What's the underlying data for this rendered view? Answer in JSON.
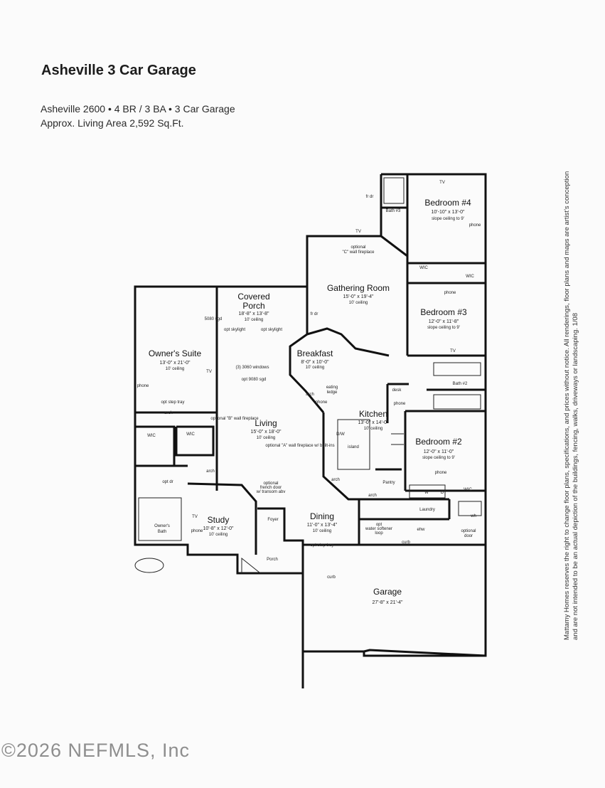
{
  "header": {
    "title": "Asheville 3 Car Garage",
    "line1": "Asheville 2600 • 4 BR / 3 BA • 3 Car Garage",
    "line2": "Approx. Living Area 2,592 Sq.Ft."
  },
  "disclaimer": "Mattamy Homes reserves the right to change floor plans, specifications, and prices without notice. All renderings, floor plans and maps are artist's conception and are not intended to be an actual depiction of the buildings, fencing, walks, driveways or landscaping. 1/08",
  "watermark": "©2026 NEFMLS, Inc",
  "rooms": {
    "bedroom4": {
      "name": "Bedroom #4",
      "dim": "10'-10\" x 13'-0\"",
      "note": "slope ceiling to 9'"
    },
    "bath3": {
      "name": "Bath #3"
    },
    "gathering": {
      "name": "Gathering Room",
      "dim": "15'-0\" x 19'-4\"",
      "note": "10' ceiling"
    },
    "bedroom3": {
      "name": "Bedroom #3",
      "dim": "12'-0\" x 11'-8\"",
      "note": "slope ceiling to 9'"
    },
    "porch_covered": {
      "name1": "Covered",
      "name2": "Porch",
      "dim": "18'-8\" x 13'-8\"",
      "note": "10' ceiling"
    },
    "owners_suite": {
      "name": "Owner's Suite",
      "dim": "13'-0\" x 21'-0\"",
      "note": "10' ceiling"
    },
    "breakfast": {
      "name": "Breakfast",
      "dim": "8'-0\" x 10'-0\"",
      "note": "10' ceiling"
    },
    "bath2": {
      "name": "Bath #2"
    },
    "kitchen": {
      "name": "Kitchen",
      "dim": "13'-0\" x 14'-0\"",
      "note": "10' ceiling"
    },
    "living": {
      "name": "Living",
      "dim": "15'-0\" x 18'-0\"",
      "note": "10' ceiling"
    },
    "bedroom2": {
      "name": "Bedroom #2",
      "dim": "12'-0\" x 11'-0\"",
      "note": "slope ceiling to 9'"
    },
    "study": {
      "name": "Study",
      "dim": "10'-8\" x 12'-0\"",
      "note": "10' ceiling"
    },
    "foyer": {
      "name": "Foyer"
    },
    "dining": {
      "name": "Dining",
      "dim": "11'-0\" x 13'-4\"",
      "note": "10' ceiling"
    },
    "owners_bath": {
      "name1": "Owner's",
      "name2": "Bath"
    },
    "porch_front": {
      "name": "Porch"
    },
    "laundry": {
      "name": "Laundry"
    },
    "pantry": {
      "name": "Pantry"
    },
    "garage": {
      "name": "Garage",
      "dim": "27'-8\" x 21'-4\""
    }
  },
  "notes": {
    "tv": "TV",
    "phone": "phone",
    "wic": "WIC",
    "fr_dr": "fr dr",
    "optional_fireplace1": "optional",
    "optional_fireplace2": "\"C\" wall fireplace",
    "sgd5080": "5080 sgd",
    "windows3060": "(3) 3060 windows",
    "sgd9080": "opt 9080 sgd",
    "opt_step_tray": "opt step tray",
    "arch": "arch",
    "eating1": "eating",
    "eating2": "ledge",
    "desk": "desk",
    "linen": "linen",
    "island": "island",
    "dw": "D/W",
    "opt_b_fireplace": "optional \"B\" wall fireplace",
    "opt_a_fireplace": "optional \"A\" wall fireplace w/ built-ins",
    "opt_dr": "opt dr",
    "french_door1": "optional",
    "french_door2": "french door",
    "french_door3": "w/ transom abv",
    "water_softener1": "opt",
    "water_softener2": "water softener",
    "water_softener3": "loop",
    "ehw": "ehw",
    "curb": "curb",
    "optional_door1": "optional",
    "optional_door2": "door",
    "opt_skylight": "opt skylight",
    "w": "W",
    "d": "D",
    "wh": "wh"
  }
}
